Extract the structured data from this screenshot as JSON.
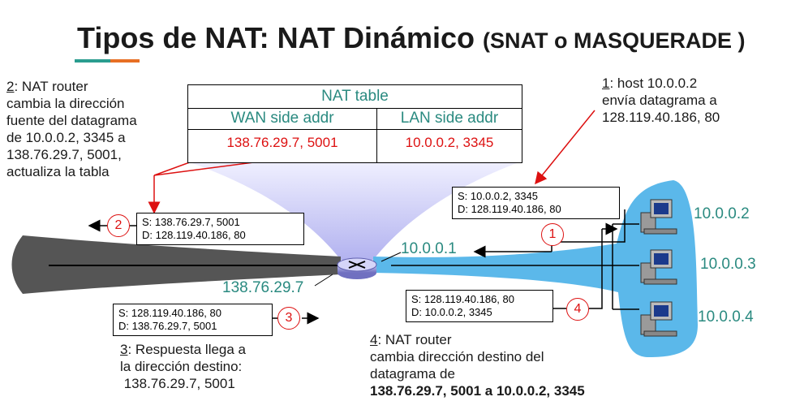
{
  "title": {
    "main": "Tipos de NAT: NAT Dinámico",
    "sub": "(SNAT o MASQUERADE )"
  },
  "nat_table": {
    "title": "NAT table",
    "headers": [
      "WAN side addr",
      "LAN side addr"
    ],
    "row": [
      "138.76.29.7, 5001",
      "10.0.0.2, 3345"
    ]
  },
  "step1": {
    "num": "1",
    "lines": [
      ": host 10.0.0.2",
      "envía datagrama a",
      "128.119.40.186, 80"
    ]
  },
  "step2": {
    "num": "2",
    "lines": [
      ": NAT router",
      "cambia la dirección",
      "fuente del datagrama",
      "de 10.0.0.2, 3345 a",
      "138.76.29.7, 5001,",
      "actualiza la tabla"
    ]
  },
  "step3": {
    "num": "3",
    "lines": [
      ": Respuesta llega a",
      "la dirección destino:",
      " 138.76.29.7, 5001"
    ]
  },
  "step4": {
    "num": "4",
    "lines": [
      ": NAT router",
      "cambia dirección destino del",
      "datagrama de"
    ],
    "bold_line": "138.76.29.7, 5001 a 10.0.0.2, 3345"
  },
  "packets": {
    "p1": [
      "S: 10.0.0.2, 3345",
      "D: 128.119.40.186, 80"
    ],
    "p2": [
      "S: 138.76.29.7, 5001",
      "D: 128.119.40.186, 80"
    ],
    "p3": [
      "S: 128.119.40.186, 80",
      "D: 138.76.29.7, 5001"
    ],
    "p4": [
      "S: 128.119.40.186, 80",
      "D: 10.0.0.2, 3345"
    ]
  },
  "addresses": {
    "router_lan": "10.0.0.1",
    "router_wan": "138.76.29.7",
    "host1": "10.0.0.2",
    "host2": "10.0.0.3",
    "host3": "10.0.0.4"
  },
  "circles": [
    "1",
    "2",
    "3",
    "4"
  ],
  "colors": {
    "accent_teal": "#2a8a80",
    "accent_red": "#dd1111",
    "lan_blue": "#5bb8ea",
    "wan_gray": "#555555"
  }
}
